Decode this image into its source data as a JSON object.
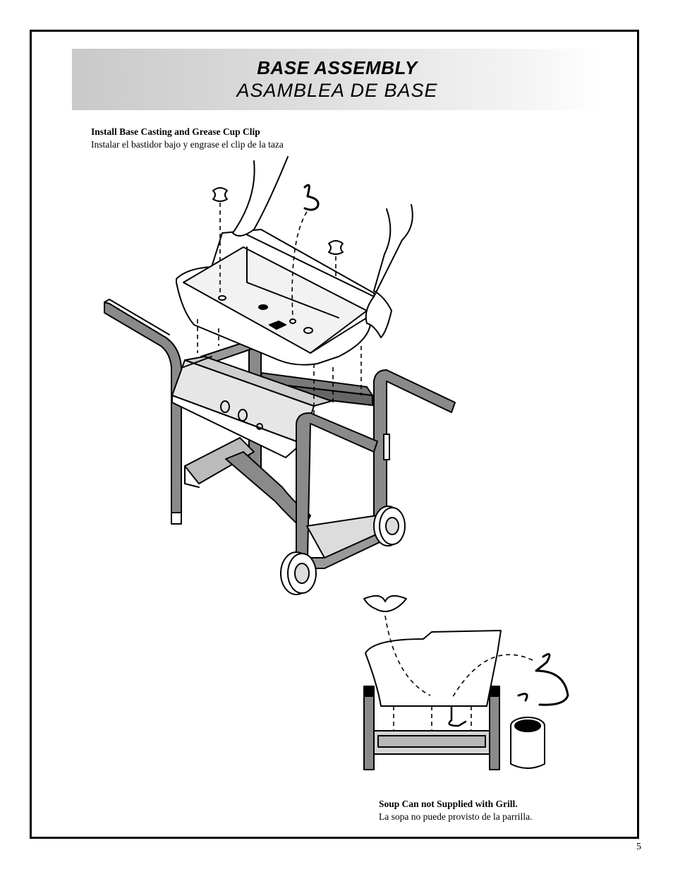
{
  "header": {
    "title_en": "BASE ASSEMBLY",
    "title_es": "ASAMBLEA DE BASE"
  },
  "step": {
    "title_en": "Install Base Casting and Grease Cup Clip",
    "title_es": "Instalar el bastidor bajo y engrase el clip de la taza"
  },
  "note": {
    "title_en": "Soup Can not Supplied with Grill.",
    "title_es": "La sopa no puede provisto de la parrilla."
  },
  "page_number": "5"
}
